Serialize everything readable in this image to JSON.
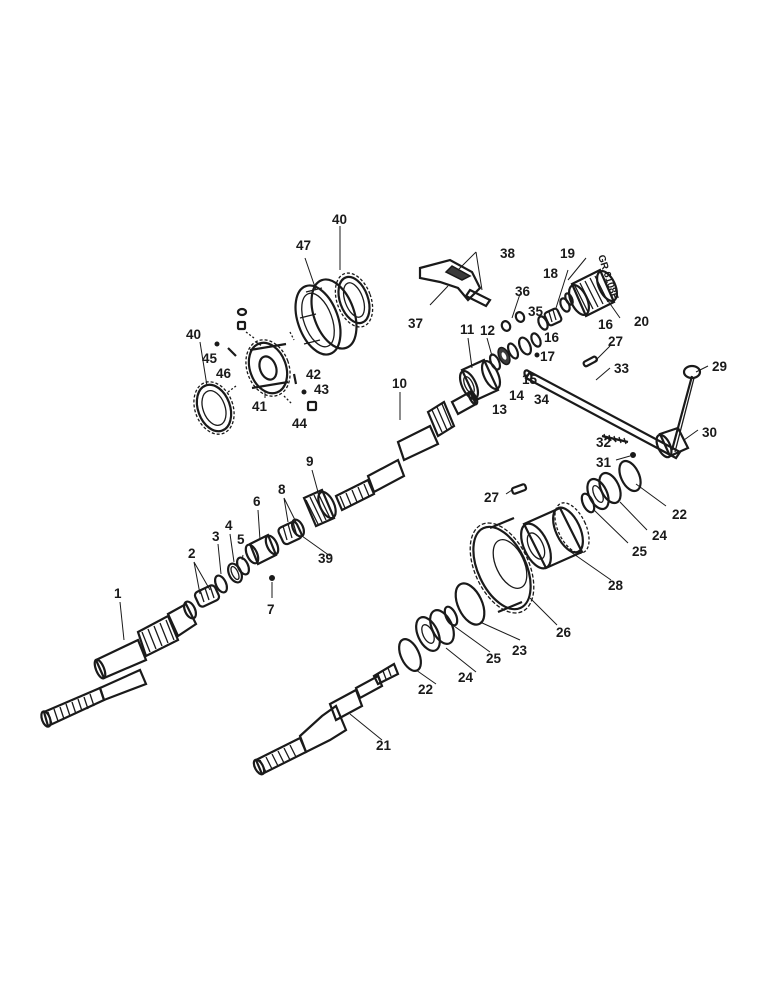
{
  "drawing_code": "GR 6108E",
  "callouts": [
    {
      "id": "c1",
      "text": "1"
    },
    {
      "id": "c2",
      "text": "2"
    },
    {
      "id": "c3",
      "text": "3"
    },
    {
      "id": "c4",
      "text": "4"
    },
    {
      "id": "c5",
      "text": "5"
    },
    {
      "id": "c6",
      "text": "6"
    },
    {
      "id": "c7",
      "text": "7"
    },
    {
      "id": "c8",
      "text": "8"
    },
    {
      "id": "c9",
      "text": "9"
    },
    {
      "id": "c10",
      "text": "10"
    },
    {
      "id": "c11",
      "text": "11"
    },
    {
      "id": "c12",
      "text": "12"
    },
    {
      "id": "c13",
      "text": "13"
    },
    {
      "id": "c14",
      "text": "14"
    },
    {
      "id": "c15",
      "text": "15"
    },
    {
      "id": "c16a",
      "text": "16"
    },
    {
      "id": "c16b",
      "text": "16"
    },
    {
      "id": "c17",
      "text": "17"
    },
    {
      "id": "c18",
      "text": "18"
    },
    {
      "id": "c19",
      "text": "19"
    },
    {
      "id": "c20",
      "text": "20"
    },
    {
      "id": "c21",
      "text": "21"
    },
    {
      "id": "c22a",
      "text": "22"
    },
    {
      "id": "c22b",
      "text": "22"
    },
    {
      "id": "c23",
      "text": "23"
    },
    {
      "id": "c24a",
      "text": "24"
    },
    {
      "id": "c24b",
      "text": "24"
    },
    {
      "id": "c25a",
      "text": "25"
    },
    {
      "id": "c25b",
      "text": "25"
    },
    {
      "id": "c26",
      "text": "26"
    },
    {
      "id": "c27a",
      "text": "27"
    },
    {
      "id": "c27b",
      "text": "27"
    },
    {
      "id": "c28",
      "text": "28"
    },
    {
      "id": "c29",
      "text": "29"
    },
    {
      "id": "c30",
      "text": "30"
    },
    {
      "id": "c31",
      "text": "31"
    },
    {
      "id": "c32",
      "text": "32"
    },
    {
      "id": "c33",
      "text": "33"
    },
    {
      "id": "c34",
      "text": "34"
    },
    {
      "id": "c35",
      "text": "35"
    },
    {
      "id": "c36",
      "text": "36"
    },
    {
      "id": "c37",
      "text": "37"
    },
    {
      "id": "c38",
      "text": "38"
    },
    {
      "id": "c39",
      "text": "39"
    },
    {
      "id": "c40a",
      "text": "40"
    },
    {
      "id": "c40b",
      "text": "40"
    },
    {
      "id": "c41",
      "text": "41"
    },
    {
      "id": "c42",
      "text": "42"
    },
    {
      "id": "c43",
      "text": "43"
    },
    {
      "id": "c44",
      "text": "44"
    },
    {
      "id": "c45",
      "text": "45"
    },
    {
      "id": "c46",
      "text": "46"
    },
    {
      "id": "c47",
      "text": "47"
    }
  ]
}
